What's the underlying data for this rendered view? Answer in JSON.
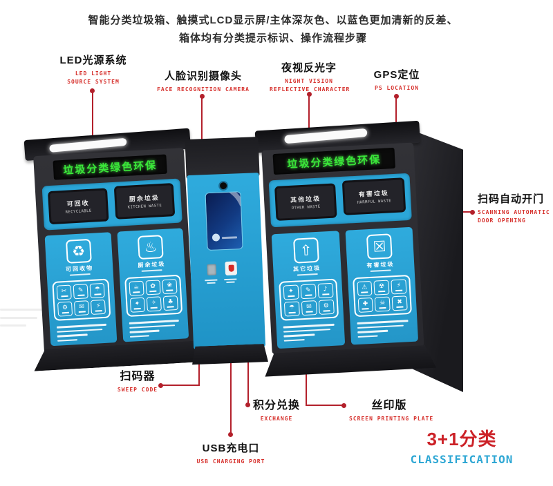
{
  "header": {
    "line1": "智能分类垃圾箱、触摸式LCD显示屏/主体深灰色、以蓝色更加清新的反差、",
    "line2": "箱体均有分类提示标识、操作流程步骤"
  },
  "callouts": {
    "led_light": {
      "zh": "LED光源系统",
      "en1": "LED LIGHT",
      "en2": "SOURCE SYSTEM"
    },
    "face_camera": {
      "zh": "人脸识别摄像头",
      "en1": "FACE RECOGNITION CAMERA"
    },
    "night_vision": {
      "zh": "夜视反光字",
      "en1": "NIGHT VISION",
      "en2": "REFLECTIVE CHARACTER"
    },
    "gps": {
      "zh": "GPS定位",
      "en1": "PS LOCATION"
    },
    "scan_door": {
      "zh": "扫码自动开门",
      "en1": "SCANNING AUTOMATIC",
      "en2": "DOOR OPENING"
    },
    "sweep_code": {
      "zh": "扫码器",
      "en1": "SWEEP CODE"
    },
    "exchange": {
      "zh": "积分兑换",
      "en1": "EXCHANGE"
    },
    "screen_printing": {
      "zh": "丝印版",
      "en1": "SCREEN PRINTING PLATE"
    },
    "usb": {
      "zh": "USB充电口",
      "en1": "USB CHARGING PORT"
    }
  },
  "footer": {
    "classification_zh": "3+1分类",
    "classification_en": "CLASSIFICATION"
  },
  "left_bin": {
    "display_text": "垃圾分类绿色环保",
    "slots": [
      {
        "zh": "可回收",
        "en": "RECYCLABLE"
      },
      {
        "zh": "厨余垃圾",
        "en": "KITCHEN WASTE"
      }
    ],
    "doors": [
      {
        "label": "可回收物",
        "icon": "recycle-icon",
        "glyph": "♻",
        "examples": [
          "✂",
          "✎",
          "☂",
          "⚙",
          "✉",
          "⚡"
        ]
      },
      {
        "label": "厨余垃圾",
        "icon": "kitchen-waste-icon",
        "glyph": "♨",
        "examples": [
          "☕",
          "✿",
          "❀",
          "✦",
          "✧",
          "♣"
        ]
      }
    ]
  },
  "right_bin": {
    "display_text": "垃圾分类绿色环保",
    "slots": [
      {
        "zh": "其他垃圾",
        "en": "OTHER WASTE"
      },
      {
        "zh": "有害垃圾",
        "en": "HARMFUL WASTE"
      }
    ],
    "doors": [
      {
        "label": "其它垃圾",
        "icon": "other-waste-icon",
        "glyph": "⇧",
        "examples": [
          "✦",
          "✎",
          "♪",
          "☂",
          "✉",
          "⚙"
        ]
      },
      {
        "label": "有害垃圾",
        "icon": "harmful-waste-icon",
        "glyph": "☒",
        "examples": [
          "⚠",
          "☢",
          "⚡",
          "✚",
          "☠",
          "✖"
        ]
      }
    ]
  },
  "colors": {
    "annotation_red": "#b3202b",
    "english_red": "#d6302c",
    "cabinet_blue": "#2ba6d8",
    "led_green": "#3ae839",
    "classification_red": "#cc2127",
    "classification_blue": "#2ea7d4",
    "body_dark": "#2b2b30"
  }
}
